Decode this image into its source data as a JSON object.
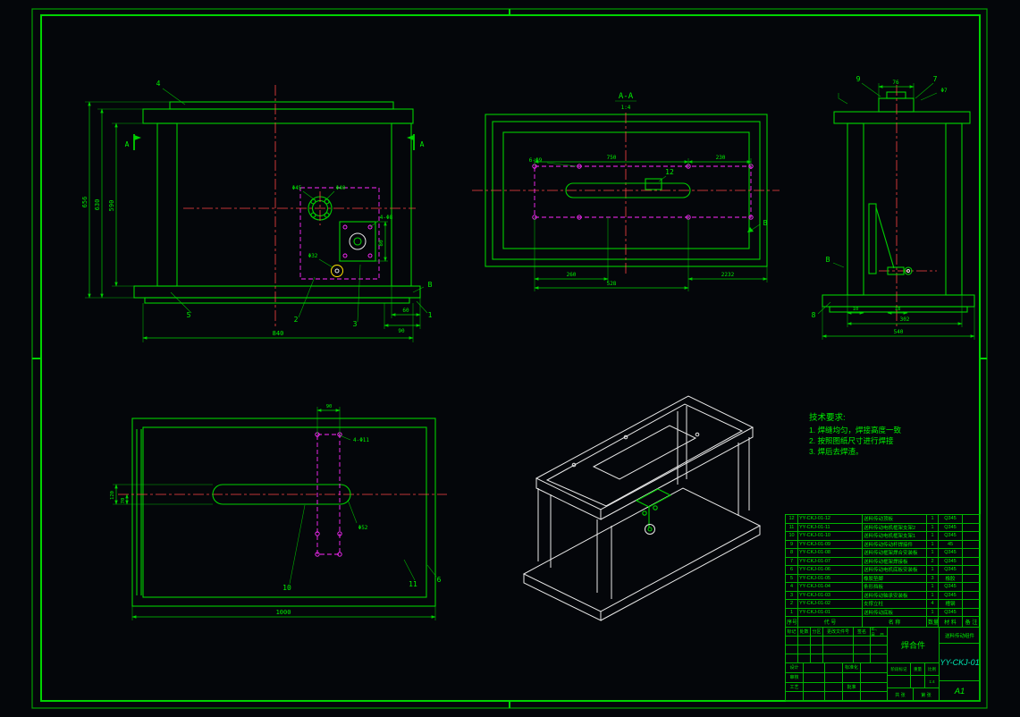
{
  "colors": {
    "background": "#04060a",
    "line_green": "#00cf00",
    "text_green": "#00ef00",
    "centerline_red": "#ff4444",
    "detail_magenta": "#ff2bff",
    "iso_white": "#e8e8e8"
  },
  "views": {
    "front": {
      "dim_656": "656",
      "dim_630": "630",
      "dim_590": "590",
      "dim_840": "840",
      "dim_60": "60",
      "dim_90": "90",
      "dim_80": "80",
      "label_d45": "Φ45",
      "label_d40": "Φ40",
      "label_4d8": "4-Φ8",
      "label_d32": "Φ32",
      "section_a": "A",
      "section_b": "B",
      "balloon_1": "1",
      "balloon_2": "2",
      "balloon_3": "3",
      "balloon_4": "4",
      "balloon_5": "5"
    },
    "top": {
      "title": "A-A",
      "scale": "1:4",
      "dim_750": "750",
      "dim_230": "230",
      "dim_260": "260",
      "dim_528": "528",
      "dim_2232": "2232",
      "label_6d9": "6-Φ9",
      "balloon_12": "12",
      "section_b": "B"
    },
    "side": {
      "dim_76": "76",
      "label_d7": "Φ7",
      "dim_10": "10",
      "dim_18": "18",
      "dim_302": "302",
      "dim_540": "540",
      "balloon_7": "7",
      "balloon_8": "8",
      "balloon_9": "9",
      "section_b": "B"
    },
    "plan": {
      "dim_1000": "1000",
      "dim_120": "120",
      "dim_70": "70",
      "dim_90": "90",
      "label_4d11": "4-Φ11",
      "label_d52": "Φ52",
      "balloon_6": "6",
      "balloon_10": "10",
      "balloon_11": "11"
    }
  },
  "tech_requirements": {
    "title": "技术要求:",
    "items": [
      "1. 焊缝均匀，焊接高度一致",
      "2. 按照图纸尺寸进行焊接",
      "3. 焊后去焊渣。"
    ]
  },
  "bom": {
    "headers": {
      "seq": "序号",
      "code": "代 号",
      "name": "名 称",
      "qty": "数量",
      "material": "材 料",
      "note": "备 注"
    },
    "rows": [
      {
        "seq": "12",
        "code": "YY-CKJ-01-12",
        "name": "送料传动顶板",
        "qty": "1",
        "material": "Q345",
        "note": ""
      },
      {
        "seq": "11",
        "code": "YY-CKJ-01-11",
        "name": "送料传动电机框架支架2",
        "qty": "1",
        "material": "Q345",
        "note": ""
      },
      {
        "seq": "10",
        "code": "YY-CKJ-01-10",
        "name": "送料传动电机框架支架1",
        "qty": "1",
        "material": "Q345",
        "note": ""
      },
      {
        "seq": "9",
        "code": "YY-CKJ-01-09",
        "name": "送料传动传动杆焊接件",
        "qty": "1",
        "material": "45",
        "note": ""
      },
      {
        "seq": "8",
        "code": "YY-CKJ-01-08",
        "name": "送料传动框架焊合安装板",
        "qty": "1",
        "material": "Q345",
        "note": ""
      },
      {
        "seq": "7",
        "code": "YY-CKJ-01-07",
        "name": "送料传动框架焊接板",
        "qty": "2",
        "material": "Q345",
        "note": ""
      },
      {
        "seq": "6",
        "code": "YY-CKJ-01-06",
        "name": "送料传动电机底板安装板",
        "qty": "1",
        "material": "Q345",
        "note": ""
      },
      {
        "seq": "5",
        "code": "YY-CKJ-01-05",
        "name": "橡胶垫脚",
        "qty": "3",
        "material": "橡胶",
        "note": ""
      },
      {
        "seq": "4",
        "code": "YY-CKJ-01-04",
        "name": "条形挡板",
        "qty": "1",
        "material": "Q345",
        "note": ""
      },
      {
        "seq": "3",
        "code": "YY-CKJ-01-03",
        "name": "送料传动轴承安装板",
        "qty": "1",
        "material": "Q345",
        "note": ""
      },
      {
        "seq": "2",
        "code": "YY-CKJ-01-02",
        "name": "支撑立柱",
        "qty": "4",
        "material": "槽钢",
        "note": ""
      },
      {
        "seq": "1",
        "code": "YY-CKJ-01-01",
        "name": "送料传动底板",
        "qty": "1",
        "material": "Q345",
        "note": ""
      }
    ]
  },
  "title_block": {
    "rev_headers": [
      "标记",
      "处数",
      "分区",
      "更改文件号",
      "签名",
      "年、月、日"
    ],
    "staff": {
      "design": "设计",
      "check": "审核",
      "process": "工艺",
      "approve": "批准",
      "standard": "标准化"
    },
    "stage_label": "阶段标记",
    "weight_label": "重量",
    "scale_label": "比例",
    "scale_value": "1:4",
    "sheets_total": "共 张",
    "sheet_no": "第 张",
    "part_name": "焊合件",
    "assembly_name": "送料传动组件",
    "drawing_number": "YY-CKJ-01",
    "sheet_size": "A1"
  }
}
